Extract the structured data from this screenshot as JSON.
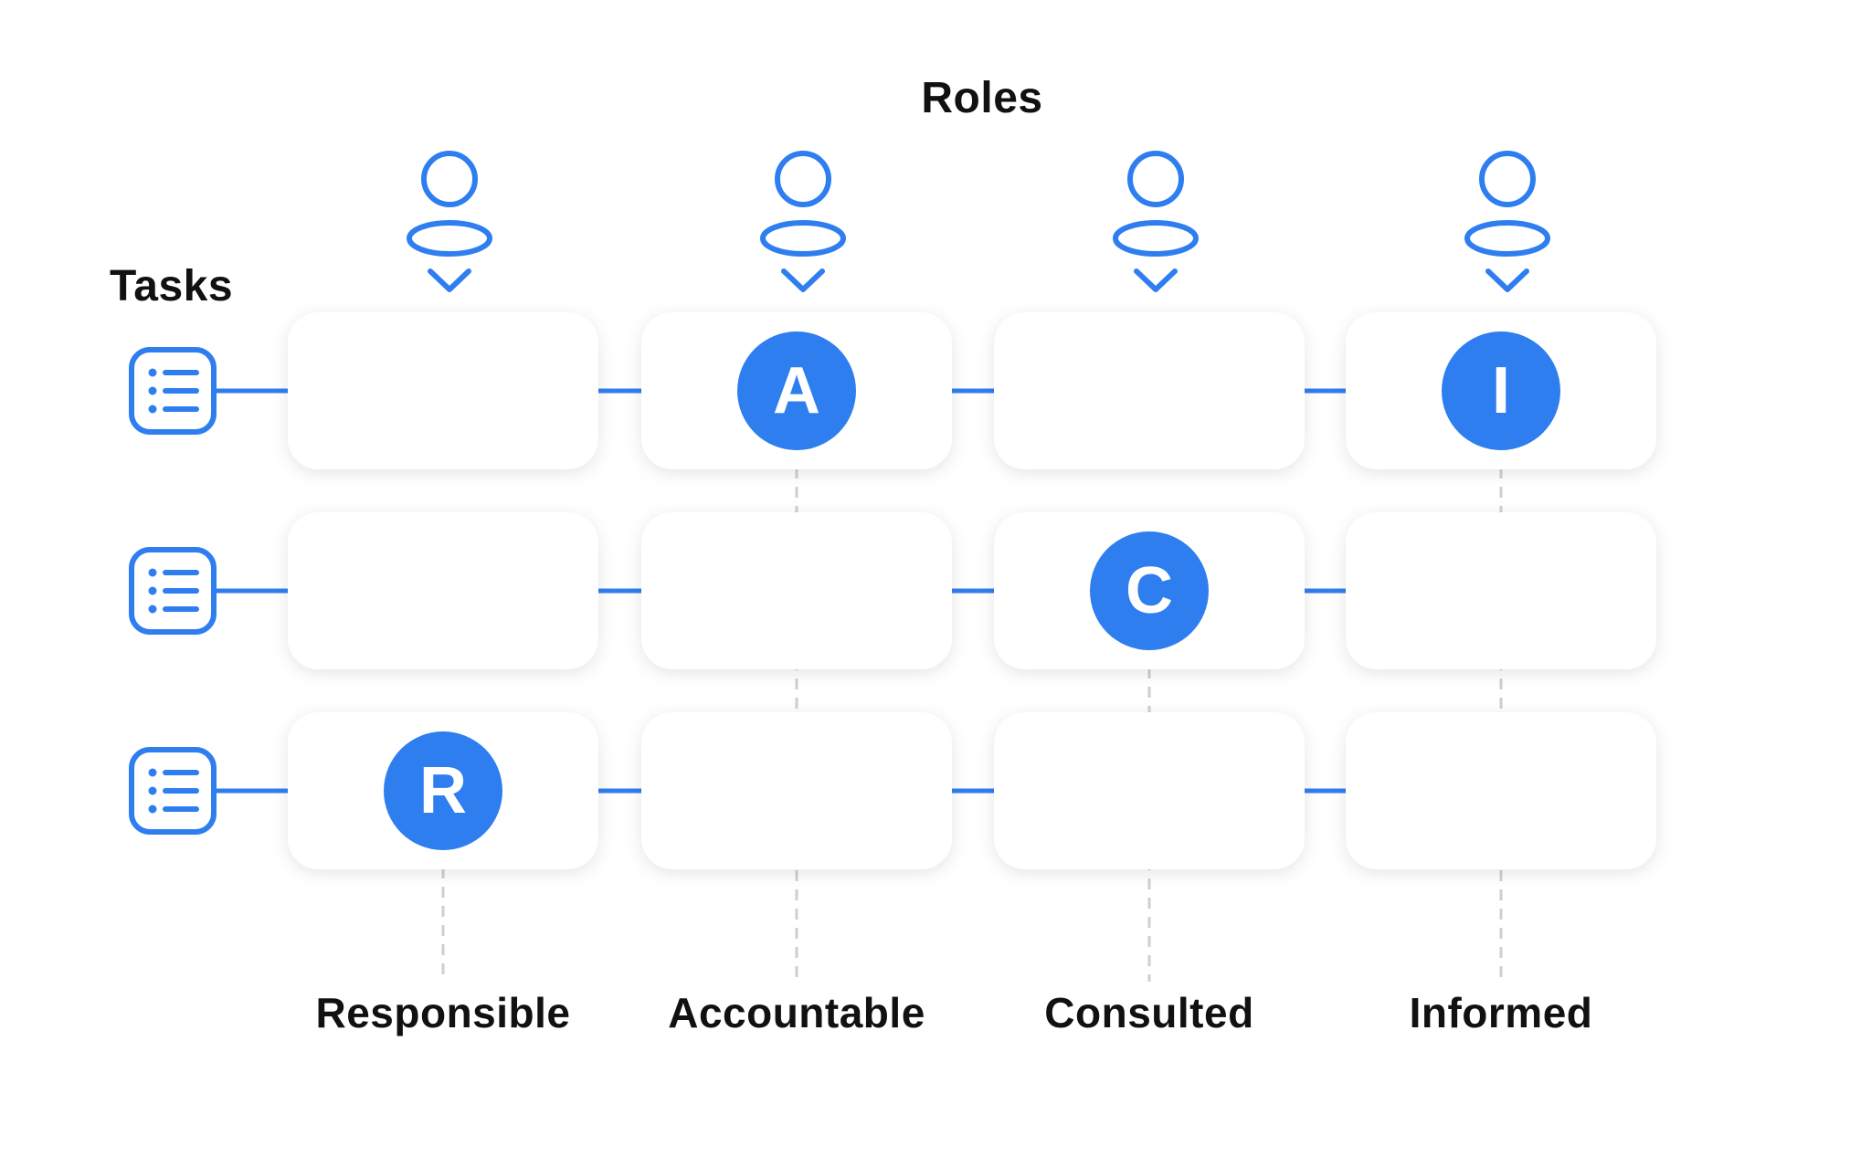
{
  "diagram": {
    "title_roles": "Roles",
    "title_tasks": "Tasks",
    "roles": [
      {
        "label": "Responsible",
        "icon": "person-icon"
      },
      {
        "label": "Accountable",
        "icon": "person-icon"
      },
      {
        "label": "Consulted",
        "icon": "person-icon"
      },
      {
        "label": "Informed",
        "icon": "person-icon"
      }
    ],
    "tasks": [
      {
        "icon": "task-list-icon"
      },
      {
        "icon": "task-list-icon"
      },
      {
        "icon": "task-list-icon"
      }
    ],
    "badges": [
      {
        "letter": "A",
        "task": 0,
        "role": 1
      },
      {
        "letter": "I",
        "task": 0,
        "role": 3
      },
      {
        "letter": "C",
        "task": 1,
        "role": 2
      },
      {
        "letter": "R",
        "task": 2,
        "role": 0
      }
    ],
    "colors": {
      "accent": "#2f7ef0",
      "text": "#111111",
      "cell": "#ffffff",
      "dashed_line": "#cfcfcf"
    }
  }
}
